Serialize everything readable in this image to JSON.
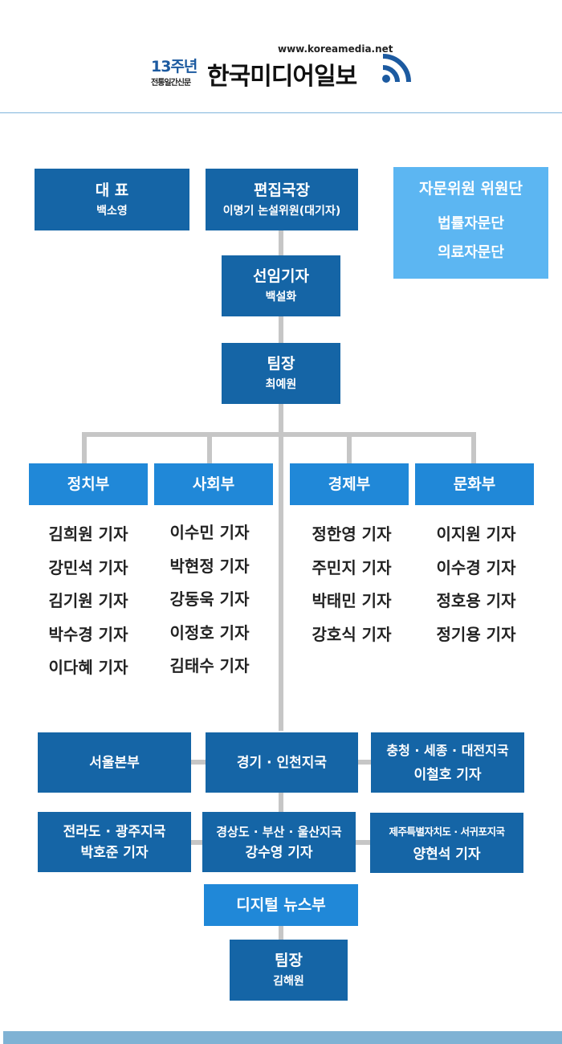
{
  "header": {
    "url": "www.koreamedia.net",
    "anniversary": "13주년",
    "tagline": "전통일간신문",
    "name": "한국미디어일보"
  },
  "ceo": {
    "title": "대 표",
    "name": "백소영"
  },
  "editor": {
    "title": "편집국장",
    "name": "이명기 논설위원(대기자)"
  },
  "advisory": {
    "title": "자문위원 위원단",
    "items": [
      "법률자문단",
      "의료자문단"
    ]
  },
  "senior": {
    "title": "선임기자",
    "name": "백설화"
  },
  "team_lead": {
    "title": "팀장",
    "name": "최예원"
  },
  "departments": [
    {
      "name": "정치부",
      "members": [
        "김희원 기자",
        "강민석 기자",
        "김기원 기자",
        "박수경 기자",
        "이다혜 기자"
      ]
    },
    {
      "name": "사회부",
      "members": [
        "이수민 기자",
        "박현정 기자",
        "강동욱 기자",
        "이정호 기자",
        "김태수 기자"
      ]
    },
    {
      "name": "경제부",
      "members": [
        "정한영 기자",
        "주민지 기자",
        "박태민 기자",
        "강호식 기자"
      ]
    },
    {
      "name": "문화부",
      "members": [
        "이지원 기자",
        "이수경 기자",
        "정호용 기자",
        "정기용 기자"
      ]
    }
  ],
  "bureaus": [
    {
      "title": "서울본부"
    },
    {
      "title": "경기 · 인천지국"
    },
    {
      "title": "충청 · 세종 · 대전지국",
      "name": "이철호 기자"
    },
    {
      "title": "전라도 · 광주지국",
      "name": "박호준 기자"
    },
    {
      "title": "경상도 · 부산 · 울산지국",
      "name": "강수영 기자"
    },
    {
      "title": "제주특별자치도 · 서귀포지국",
      "name": "양현석 기자"
    }
  ],
  "digital": {
    "title": "디지털 뉴스부",
    "lead_title": "팀장",
    "lead_name": "김해원"
  }
}
